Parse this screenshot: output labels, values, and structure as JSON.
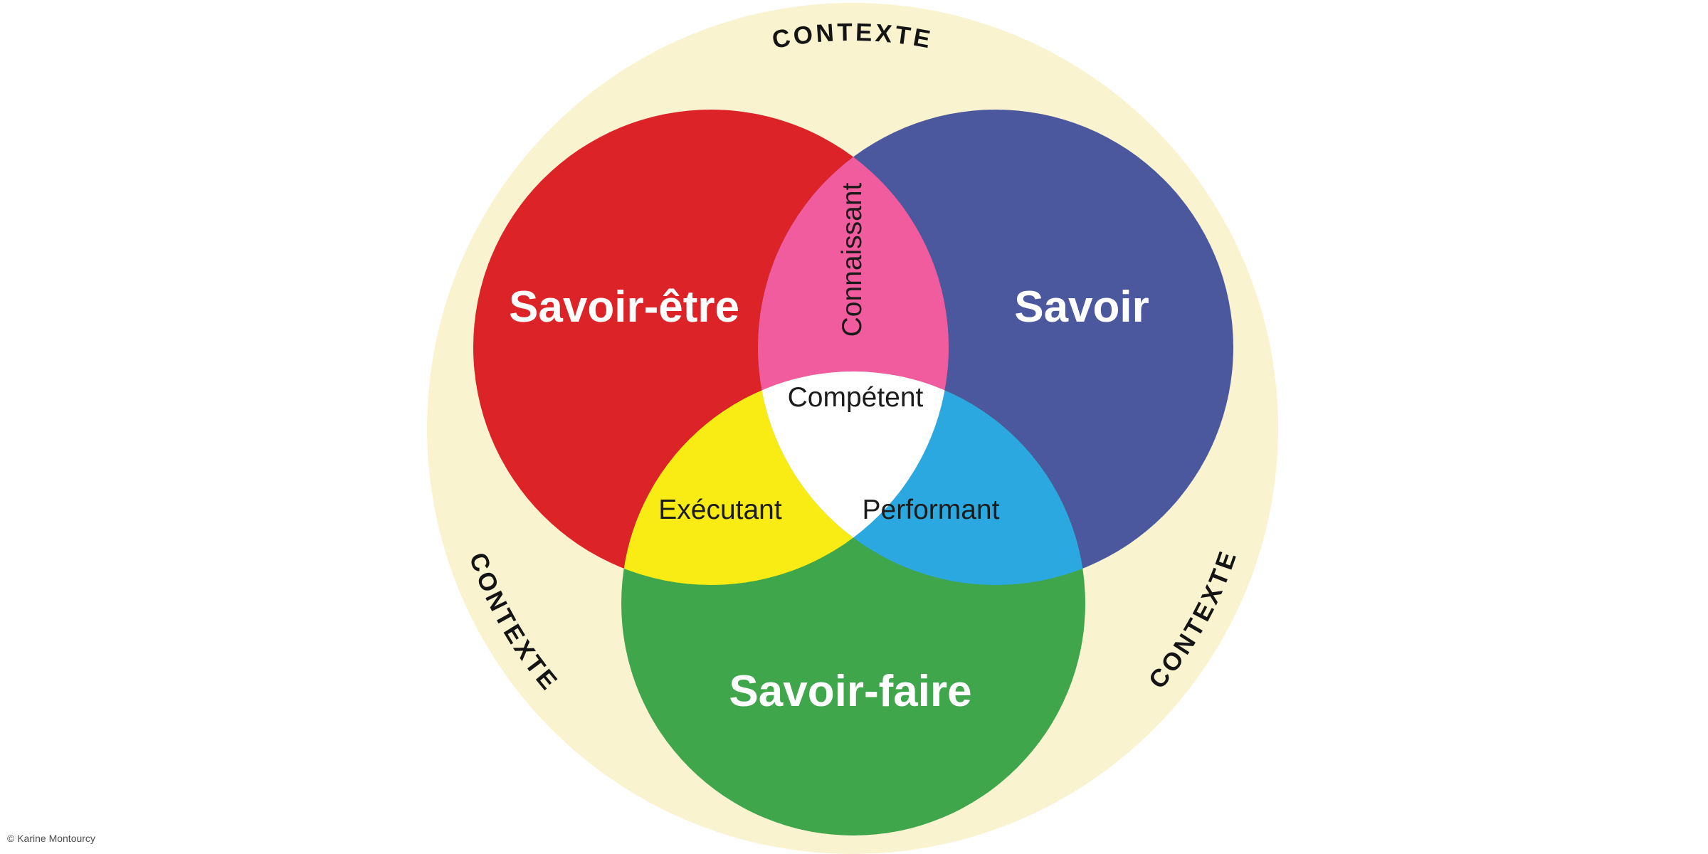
{
  "diagram": {
    "title_ring_label": "CONTEXTE",
    "circles": {
      "savoir_etre": "Savoir-être",
      "savoir": "Savoir",
      "savoir_faire": "Savoir-faire"
    },
    "intersections": {
      "connaissant": "Connaissant",
      "competent": "Compétent",
      "executant": "Exécutant",
      "performant": "Performant"
    }
  },
  "colors": {
    "page_bg": "#ffffff",
    "context_bg": "#FAF3CF",
    "savoir_etre": "#DC2328",
    "savoir": "#4B589E",
    "savoir_faire": "#40A64B",
    "connaissant": "#F15C9E",
    "executant": "#F9EC15",
    "performant": "#2BA8E0",
    "competent_bg": "#FFFFFF",
    "dark_text": "#1B1B1B",
    "light_text": "#FFFFFF"
  },
  "credit": "© Karine Montourcy"
}
